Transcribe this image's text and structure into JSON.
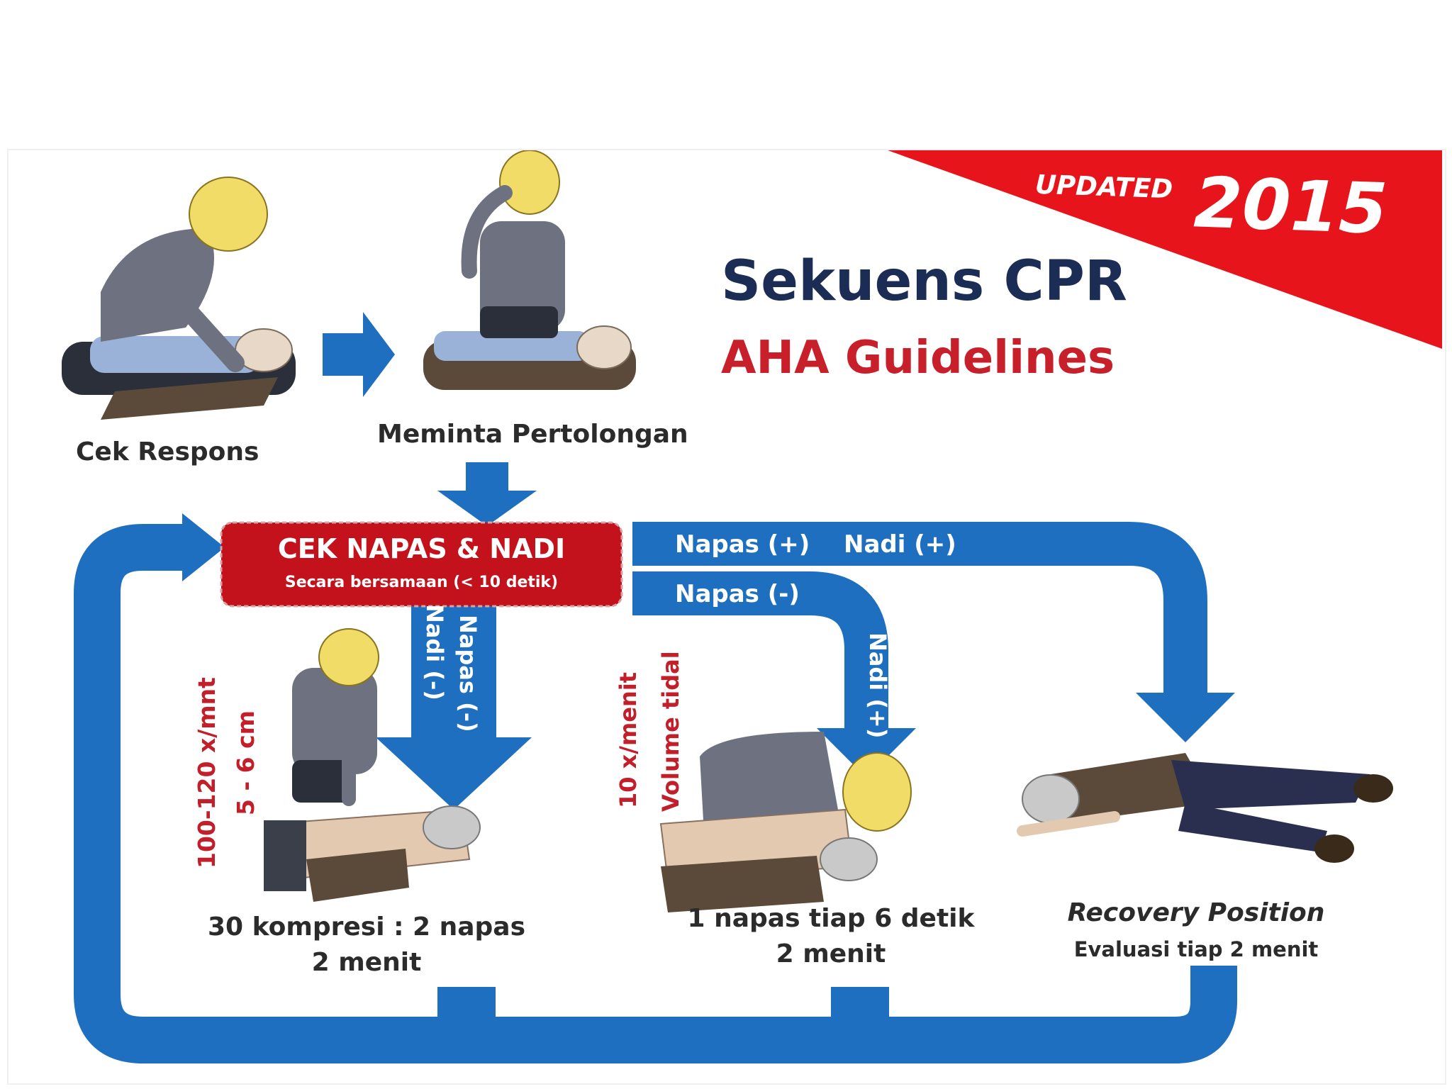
{
  "banner": {
    "updated_label": "UPDATED",
    "year": "2015"
  },
  "title": {
    "main": "Sekuens CPR",
    "sub": "AHA Guidelines"
  },
  "steps": {
    "check_response": "Cek Respons",
    "call_help": "Meminta Pertolongan",
    "check_box": {
      "title": "CEK NAPAS & NADI",
      "subtitle": "Secara bersamaan (< 10 detik)"
    },
    "compressions": {
      "line1": "30 kompresi : 2 napas",
      "line2": "2 menit",
      "rate": "100-120 x/mnt",
      "depth": "5 - 6 cm"
    },
    "rescue_breathing": {
      "line1": "1 napas tiap 6 detik",
      "line2": "2 menit",
      "rate": "10 x/menit",
      "volume": "Volume tidal"
    },
    "recovery": {
      "title": "Recovery Position",
      "subtitle": "Evaluasi  tiap 2 menit"
    }
  },
  "branches": {
    "breath_pos": "Napas (+)",
    "pulse_pos": "Nadi (+)",
    "breath_neg": "Napas (-)",
    "pulse_neg_v": "Nadi (-)",
    "breath_neg_v": "Napas (-)",
    "pulse_pos_v": "Nadi (+)"
  },
  "colors": {
    "flow_blue": "#1f6fc0",
    "banner_red": "#e8141b",
    "box_red": "#c3121c",
    "title_navy": "#1b2d55",
    "subtitle_red": "#c8202a",
    "annotation_red": "#c21f2a"
  },
  "icons": [
    "rescuer-checking-icon",
    "rescuer-phone-icon",
    "cpr-compression-icon",
    "rescue-breath-icon",
    "recovery-position-icon"
  ]
}
